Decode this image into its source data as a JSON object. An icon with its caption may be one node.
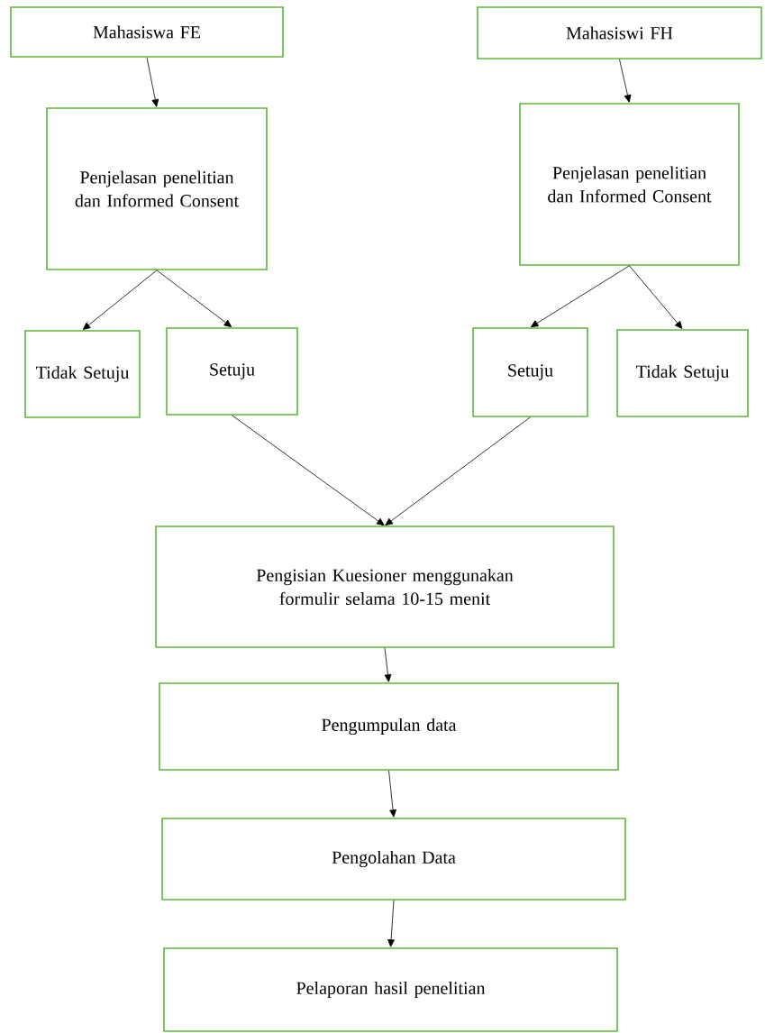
{
  "diagram": {
    "nodes": [
      {
        "text": [
          "Mahasiswa FE"
        ]
      },
      {
        "text": [
          "Mahasiswi FH"
        ]
      },
      {
        "text": [
          "Penjelasan penelitian dan Informed Consent"
        ]
      },
      {
        "text": [
          "Penjelasan penelitian dan Informed Consent"
        ]
      },
      {
        "text": [
          "Tidak Setuju"
        ]
      },
      {
        "text": [
          "Setuju"
        ]
      },
      {
        "text": [
          "Setuju"
        ]
      },
      {
        "text": [
          "Tidak Setuju"
        ]
      },
      {
        "text": [
          "Pengisian Kuesioner menggunakan formulir selama 10-15 menit"
        ]
      },
      {
        "text": [
          "Pengumpulan data"
        ]
      },
      {
        "text": [
          "Pengolahan Data"
        ]
      },
      {
        "text": [
          "Pelaporan hasil penelitian"
        ]
      }
    ],
    "edges": [
      {
        "from": 0,
        "to": 2,
        "arrow": "to"
      },
      {
        "from": 1,
        "to": 3,
        "arrow": "to"
      },
      {
        "from": 2,
        "to": 4,
        "arrow": "to"
      },
      {
        "from": 2,
        "to": 5,
        "arrow": "to"
      },
      {
        "from": 3,
        "to": 6,
        "arrow": "to"
      },
      {
        "from": 3,
        "to": 7,
        "arrow": "to"
      },
      {
        "from": 5,
        "to": 8,
        "arrow": "to"
      },
      {
        "from": 6,
        "to": 8,
        "arrow": "to"
      },
      {
        "from": 8,
        "to": 9,
        "arrow": "to"
      },
      {
        "from": 9,
        "to": 10,
        "arrow": "to"
      },
      {
        "from": 10,
        "to": 11,
        "arrow": "to"
      }
    ]
  }
}
